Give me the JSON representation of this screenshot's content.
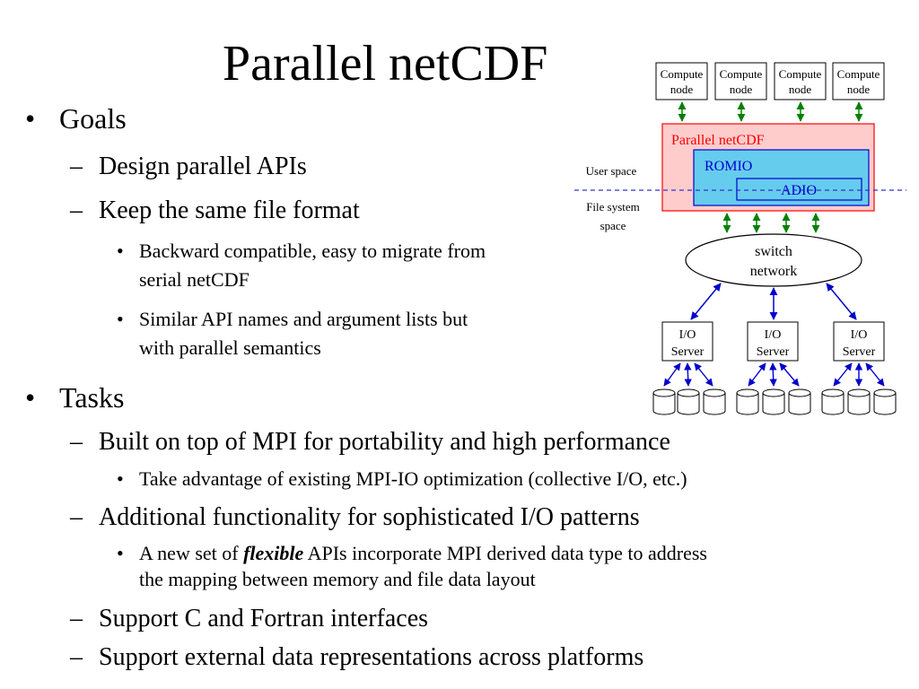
{
  "slide": {
    "title": "Parallel netCDF",
    "goals": {
      "heading": "Goals",
      "item1": "Design parallel APIs",
      "item2": "Keep the same file format",
      "sub1_line1": "Backward compatible, easy to migrate from",
      "sub1_line2": "serial netCDF",
      "sub2_line1": "Similar API names and argument lists but",
      "sub2_line2": "with parallel semantics"
    },
    "tasks": {
      "heading": "Tasks",
      "item1": "Built on top of MPI for portability and high performance",
      "item1_sub": "Take advantage of existing MPI-IO optimization (collective I/O, etc.)",
      "item2": "Additional functionality for sophisticated I/O patterns",
      "item2_sub_pre": "A new set of ",
      "item2_sub_em": "flexible",
      "item2_sub_post": " APIs incorporate MPI derived data type to address",
      "item2_sub_line2": "the mapping between memory and file data layout",
      "item3": "Support C and Fortran interfaces",
      "item4": "Support external data representations across platforms"
    },
    "bullets": {
      "level1": "•",
      "level2": "–",
      "level3": "•"
    }
  },
  "diagram": {
    "compute_word1": "Compute",
    "compute_word2": "node",
    "pnetcdf_label": "Parallel netCDF",
    "romio_label": "ROMIO",
    "adio_label": "ADIO",
    "user_space_label": "User space",
    "fs_space_line1": "File system",
    "fs_space_line2": "space",
    "switch_line1": "switch",
    "switch_line2": "network",
    "io_word1": "I/O",
    "io_word2": "Server",
    "colors": {
      "pnetcdf_fill": "#ffcccc",
      "pnetcdf_stroke": "#ff0000",
      "romio_fill": "#66ccee",
      "romio_stroke": "#0000cc",
      "green_arrow": "#008000",
      "blue_arrow": "#0000cc",
      "dashed_line": "#3333cc"
    }
  }
}
